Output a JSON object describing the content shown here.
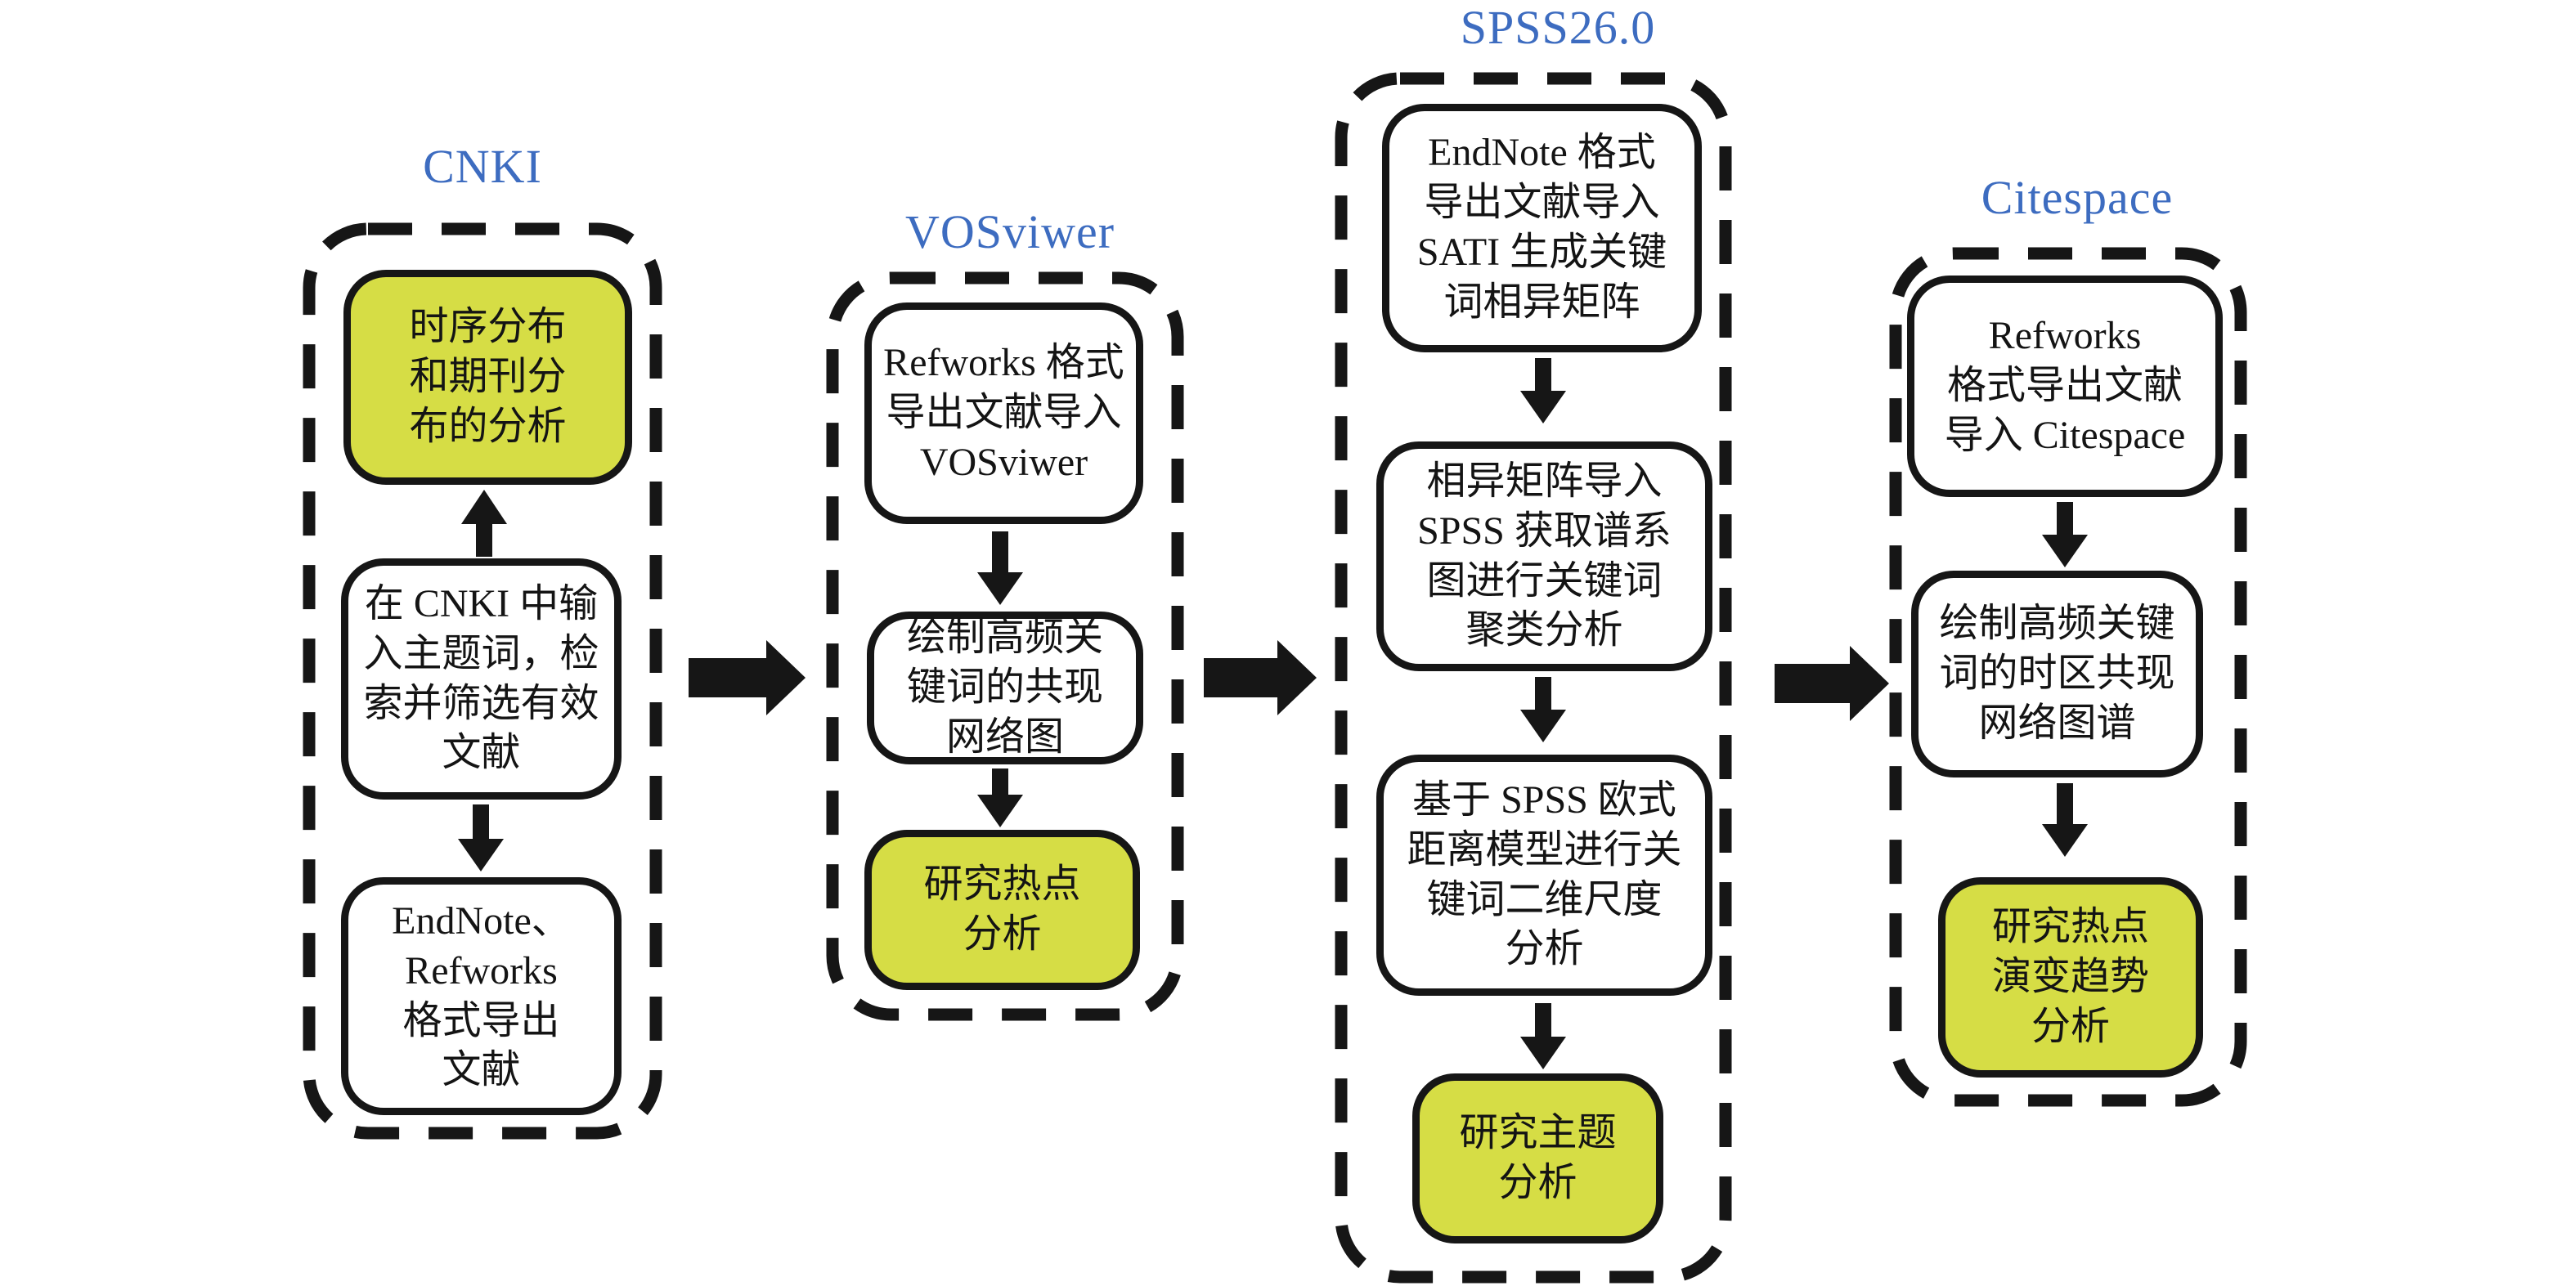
{
  "colors": {
    "accent_blue": "#3d6cc0",
    "highlight_yellow": "#d6dd45",
    "line_black": "#161616",
    "background": "#ffffff"
  },
  "diagram": {
    "columns": [
      {
        "id": "cnki",
        "title": "CNKI",
        "boxes": [
          {
            "text": "时序分布\n和期刊分\n布的分析",
            "highlight": true
          },
          {
            "text": "在 CNKI 中输\n入主题词，检\n索并筛选有效\n文献",
            "highlight": false
          },
          {
            "text": "EndNote、\nRefworks\n格式导出\n文献",
            "highlight": false
          }
        ]
      },
      {
        "id": "vosviewer",
        "title": "VOSviwer",
        "boxes": [
          {
            "text": "Refworks 格式\n导出文献导入\nVOSviwer",
            "highlight": false
          },
          {
            "text": "绘制高频关\n键词的共现\n网络图",
            "highlight": false
          },
          {
            "text": "研究热点\n分析",
            "highlight": true
          }
        ]
      },
      {
        "id": "spss",
        "title": "SPSS26.0",
        "boxes": [
          {
            "text": "EndNote 格式\n导出文献导入\nSATI 生成关键\n词相异矩阵",
            "highlight": false
          },
          {
            "text": "相异矩阵导入\nSPSS 获取谱系\n图进行关键词\n聚类分析",
            "highlight": false
          },
          {
            "text": "基于 SPSS 欧式\n距离模型进行关\n键词二维尺度\n分析",
            "highlight": false
          },
          {
            "text": "研究主题\n分析",
            "highlight": true
          }
        ]
      },
      {
        "id": "citespace",
        "title": "Citespace",
        "boxes": [
          {
            "text": "Refworks\n格式导出文献\n导入 Citespace",
            "highlight": false
          },
          {
            "text": "绘制高频关键\n词的时区共现\n网络图谱",
            "highlight": false
          },
          {
            "text": "研究热点\n演变趋势\n分析",
            "highlight": true
          }
        ]
      }
    ]
  }
}
